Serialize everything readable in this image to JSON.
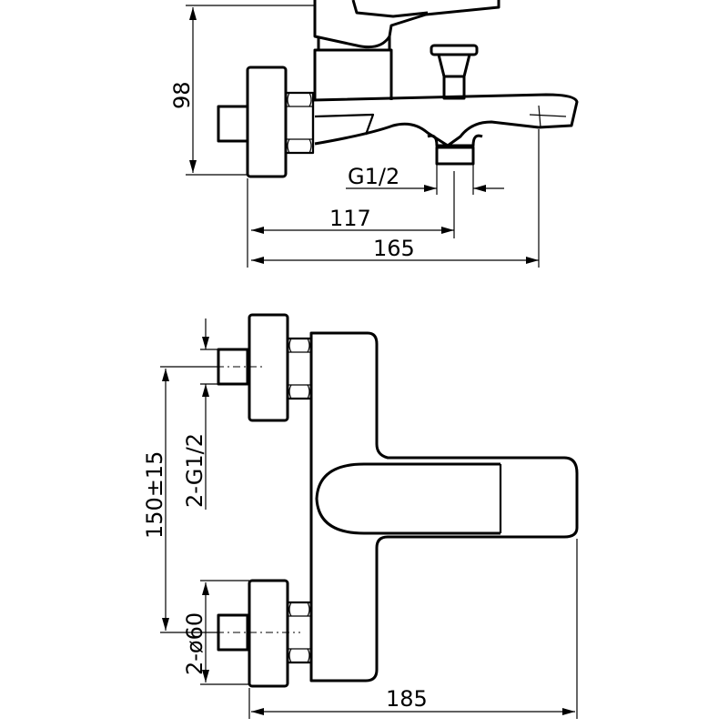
{
  "side_view": {
    "dim_height": "98",
    "dim_thread": "G1/2",
    "dim_spout_center": "117",
    "dim_total_depth": "165"
  },
  "front_view": {
    "dim_spacing": "150±15",
    "dim_inlet_thread": "2-G1/2",
    "dim_flange_diameter": "2-ø60",
    "dim_total_width": "185"
  }
}
